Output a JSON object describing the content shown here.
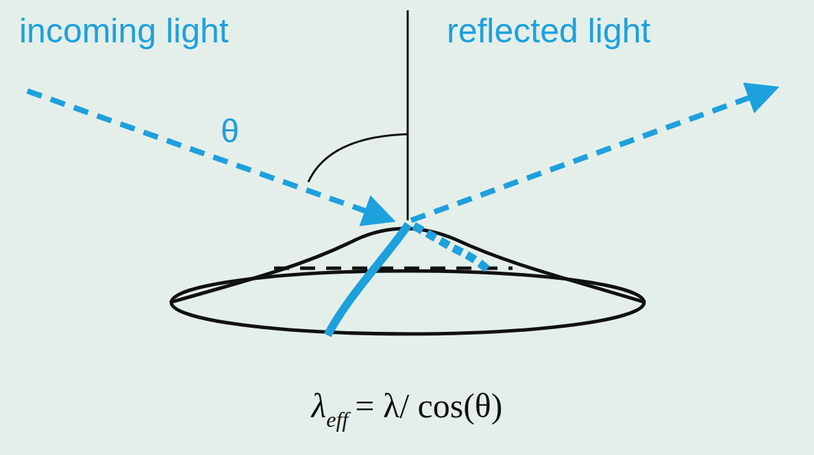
{
  "diagram": {
    "labels": [
      "incoming light",
      "reflected light",
      "θ",
      "λ",
      "eff",
      "= λ/ cos(θ)"
    ]
  }
}
